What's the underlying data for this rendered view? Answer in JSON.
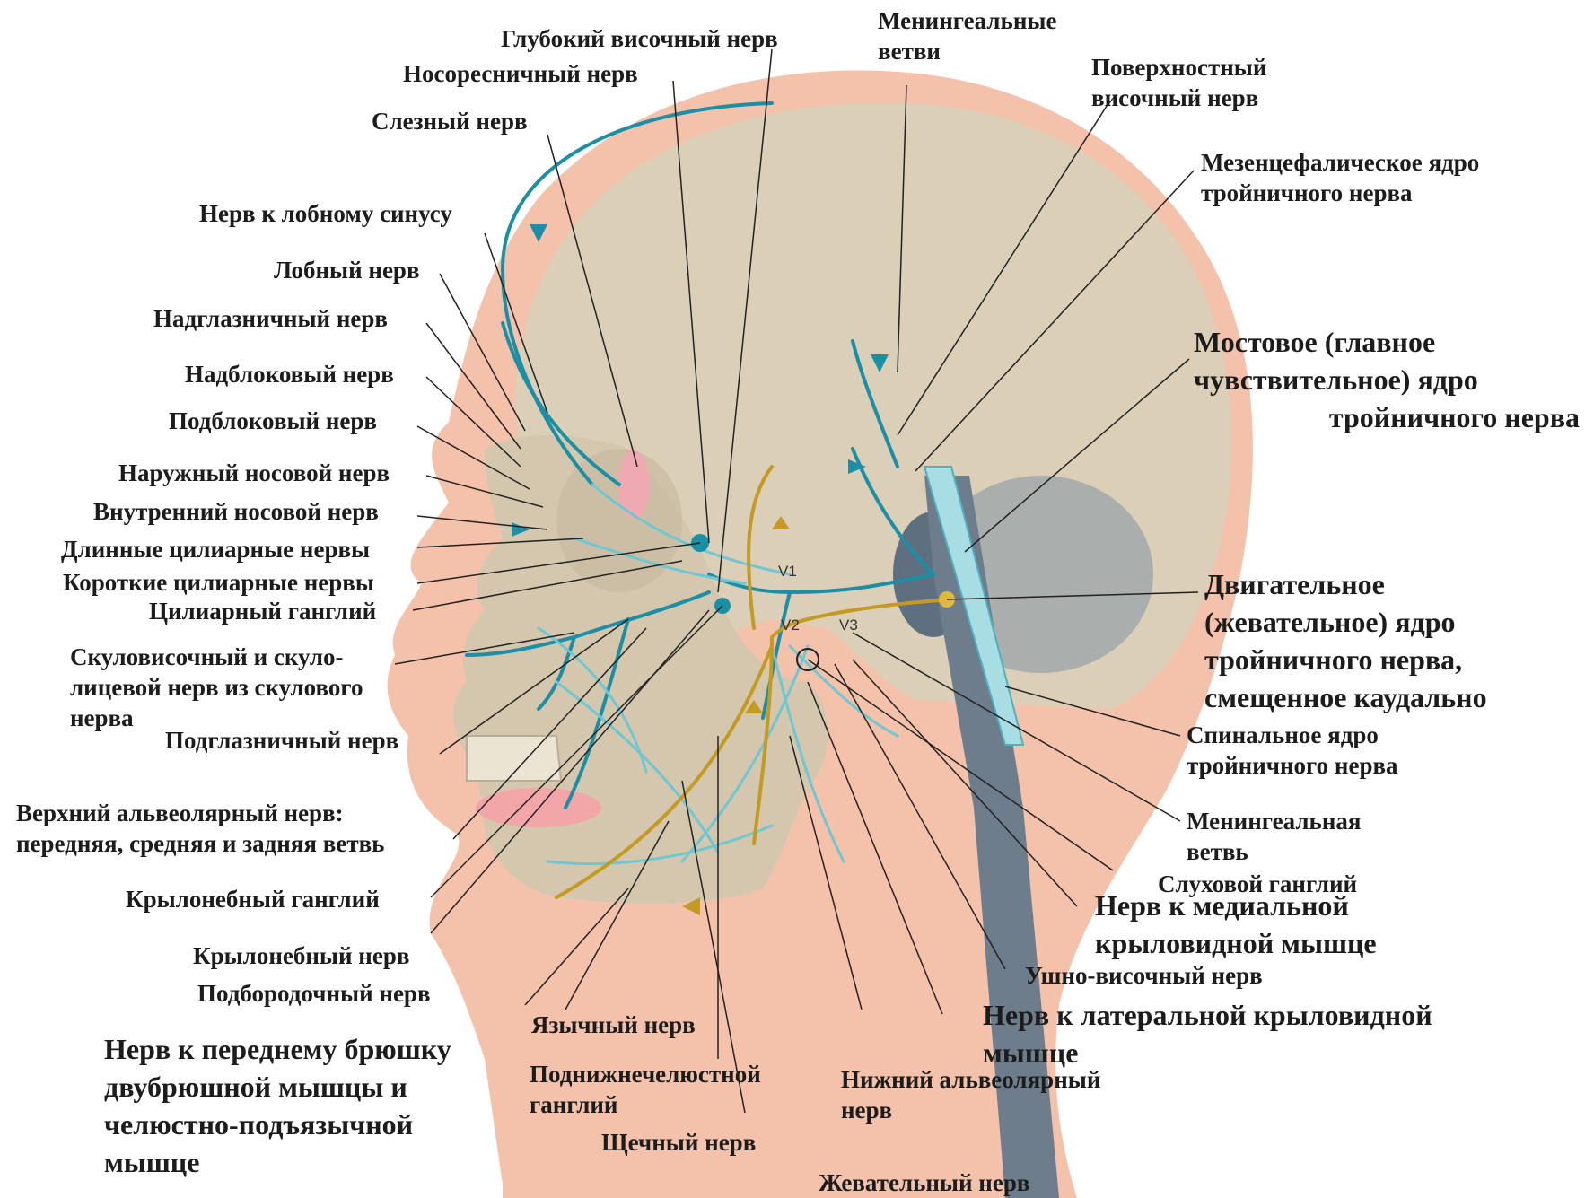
{
  "colors": {
    "background": "#ffffff",
    "skin": "#f4c2ab",
    "skull": "#dbcfb8",
    "brainstem": "#5e6f7f",
    "sensory_nerve": "#1a8fa6",
    "sensory_nerve_light": "#6fc7d3",
    "motor_nerve": "#c59a21",
    "leader_line": "#222222"
  },
  "icons": {
    "sensory_arrow": "teal-arrow-icon",
    "motor_arrow": "gold-arrow-icon"
  },
  "division_markers": {
    "v1": "V1",
    "v2": "V2",
    "v3": "V3"
  },
  "labels": {
    "deep_temporal": "Глубокий височный нерв",
    "nasociliary": "Носоресничный нерв",
    "lacrimal": "Слезный нерв",
    "frontal_sinus": "Нерв к лобному синусу",
    "frontal": "Лобный нерв",
    "supraorbital": "Надглазничный нерв",
    "supratrochlear": "Надблоковый нерв",
    "infratrochlear": "Подблоковый нерв",
    "external_nasal": "Наружный носовой нерв",
    "internal_nasal": "Внутренний носовой нерв",
    "long_ciliary": "Длинные цилиарные нервы",
    "short_ciliary": "Короткие цилиарные нервы",
    "ciliary_ganglion": "Цилиарный ганглий",
    "zygomatic": [
      "Скуловисочный и скуло-",
      "лицевой нерв из скулового",
      "нерва"
    ],
    "infraorbital": "Подглазничный нерв",
    "superior_alveolar": [
      "Верхний альвеолярный нерв:",
      "передняя, средняя и задняя ветвь"
    ],
    "pterygopalatine_ganglion": "Крылонебный ганглий",
    "pterygopalatine_nerve": "Крылонебный нерв",
    "mental": "Подбородочный нерв",
    "digastric_mylohyoid": [
      "Нерв к переднему брюшку",
      "двубрюшной мышцы и",
      "челюстно-подъязычной",
      "мышце"
    ],
    "lingual": "Язычный нерв",
    "submandibular_ganglion": [
      "Поднижнечелюстной",
      "ганглий"
    ],
    "buccal": "Щечный нерв",
    "masseteric": "Жевательный нерв",
    "inferior_alveolar": [
      "Нижний альвеолярный",
      "нерв"
    ],
    "lateral_pterygoid": [
      "Нерв к латеральной крыловидной",
      "мышце"
    ],
    "auriculotemporal": "Ушно-височный нерв",
    "medial_pterygoid": [
      "Нерв к медиальной",
      "крыловидной мышце"
    ],
    "otic_ganglion": "Слуховой ганглий",
    "meningeal_branch": [
      "Менингеальная",
      "ветвь"
    ],
    "spinal_nucleus": [
      "Спинальное ядро",
      "тройничного нерва"
    ],
    "motor_nucleus": [
      "Двигательное",
      "(жевательное) ядро",
      "тройничного нерва,",
      "смещенное каудально"
    ],
    "pontine_nucleus": [
      "Мостовое (главное",
      "чувствительное) ядро",
      "тройничного нерва"
    ],
    "mesencephalic_nucleus": [
      "Мезенцефалическое ядро",
      "тройничного нерва"
    ],
    "superficial_temporal": [
      "Поверхностный",
      "височный нерв"
    ],
    "meningeal_branches": [
      "Менингеальные",
      "ветви"
    ]
  }
}
